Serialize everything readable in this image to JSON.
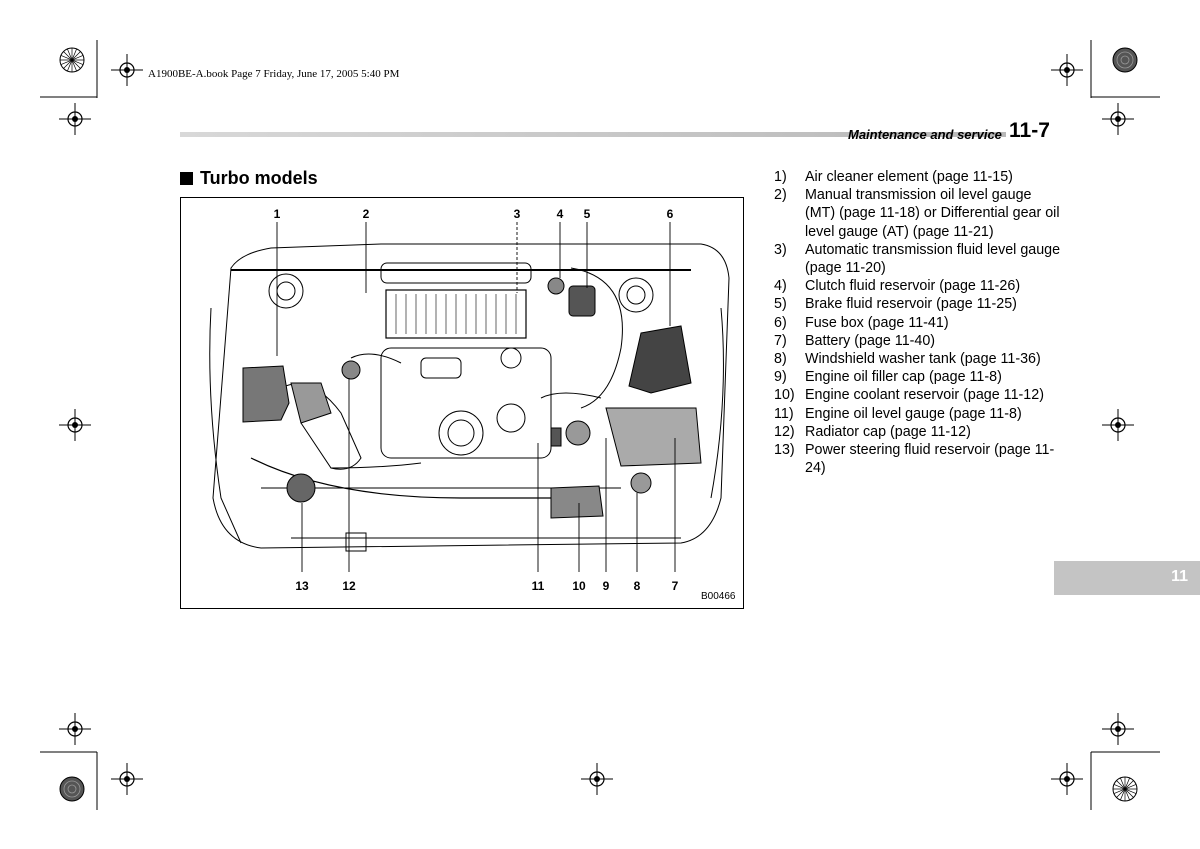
{
  "print_info": "A1900BE-A.book  Page 7  Friday, June 17, 2005  5:40 PM",
  "header": {
    "section": "Maintenance and service",
    "page": "11-7"
  },
  "heading": "Turbo models",
  "figure": {
    "code": "B00466",
    "callouts": [
      "1",
      "2",
      "3",
      "4",
      "5",
      "6",
      "13",
      "12",
      "11",
      "10",
      "9",
      "8",
      "7"
    ]
  },
  "legend": [
    {
      "num": "1)",
      "text": "Air cleaner element (page 11-15)"
    },
    {
      "num": "2)",
      "text": "Manual transmission oil level gauge (MT) (page 11-18) or Differential gear oil level gauge (AT) (page 11-21)"
    },
    {
      "num": "3)",
      "text": "Automatic transmission fluid level gauge (page 11-20)"
    },
    {
      "num": "4)",
      "text": "Clutch fluid reservoir (page 11-26)"
    },
    {
      "num": "5)",
      "text": "Brake fluid reservoir (page 11-25)"
    },
    {
      "num": "6)",
      "text": "Fuse box (page 11-41)"
    },
    {
      "num": "7)",
      "text": "Battery (page 11-40)"
    },
    {
      "num": "8)",
      "text": "Windshield washer tank (page 11-36)"
    },
    {
      "num": "9)",
      "text": "Engine oil filler cap (page 11-8)"
    },
    {
      "num": "10)",
      "text": "Engine coolant reservoir (page 11-12)"
    },
    {
      "num": "11)",
      "text": "Engine oil level gauge (page 11-8)"
    },
    {
      "num": "12)",
      "text": "Radiator cap (page 11-12)"
    },
    {
      "num": "13)",
      "text": "Power steering fluid reservoir (page 11-24)"
    }
  ],
  "tab": "11"
}
